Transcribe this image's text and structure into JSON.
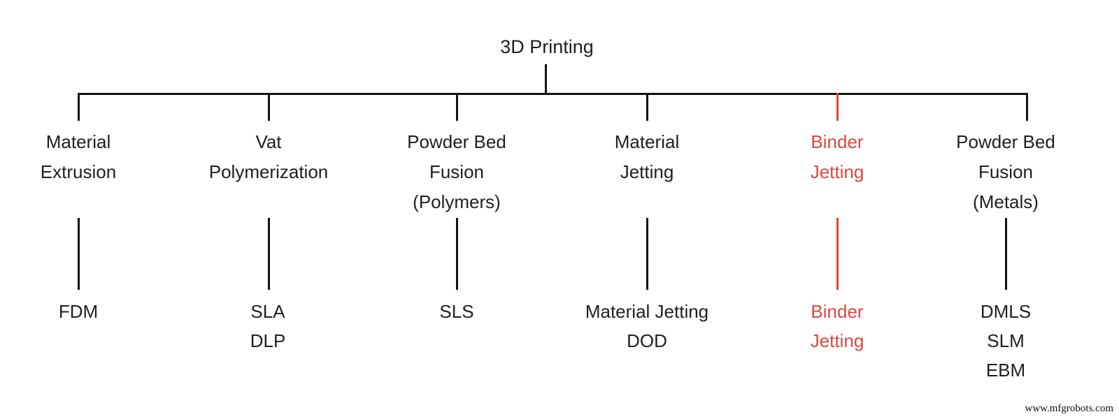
{
  "diagram": {
    "title": "3D Printing",
    "watermark": "www.mfgrobots.com",
    "colors": {
      "line": "#111111",
      "text": "#1f1f1f",
      "highlight_red": "#d8493d",
      "background": "#ffffff"
    },
    "type": "tree",
    "branches": [
      {
        "id": "material-extrusion",
        "label_lines": [
          "Material",
          "Extrusion"
        ],
        "highlighted": false,
        "leaves": [
          "FDM"
        ]
      },
      {
        "id": "vat-polymerization",
        "label_lines": [
          "Vat",
          "Polymerization"
        ],
        "highlighted": false,
        "leaves": [
          "SLA",
          "DLP"
        ]
      },
      {
        "id": "powder-bed-fusion-polymers",
        "label_lines": [
          "Powder Bed",
          "Fusion",
          "(Polymers)"
        ],
        "highlighted": false,
        "leaves": [
          "SLS"
        ]
      },
      {
        "id": "material-jetting",
        "label_lines": [
          "Material",
          "Jetting"
        ],
        "highlighted": false,
        "leaves": [
          "Material Jetting",
          "DOD"
        ]
      },
      {
        "id": "binder-jetting",
        "label_lines": [
          "Binder",
          "Jetting"
        ],
        "highlighted": true,
        "leaves": [
          "Binder",
          "Jetting"
        ]
      },
      {
        "id": "powder-bed-fusion-metals",
        "label_lines": [
          "Powder Bed",
          "Fusion",
          "(Metals)"
        ],
        "highlighted": false,
        "leaves": [
          "DMLS",
          "SLM",
          "EBM"
        ]
      }
    ]
  }
}
